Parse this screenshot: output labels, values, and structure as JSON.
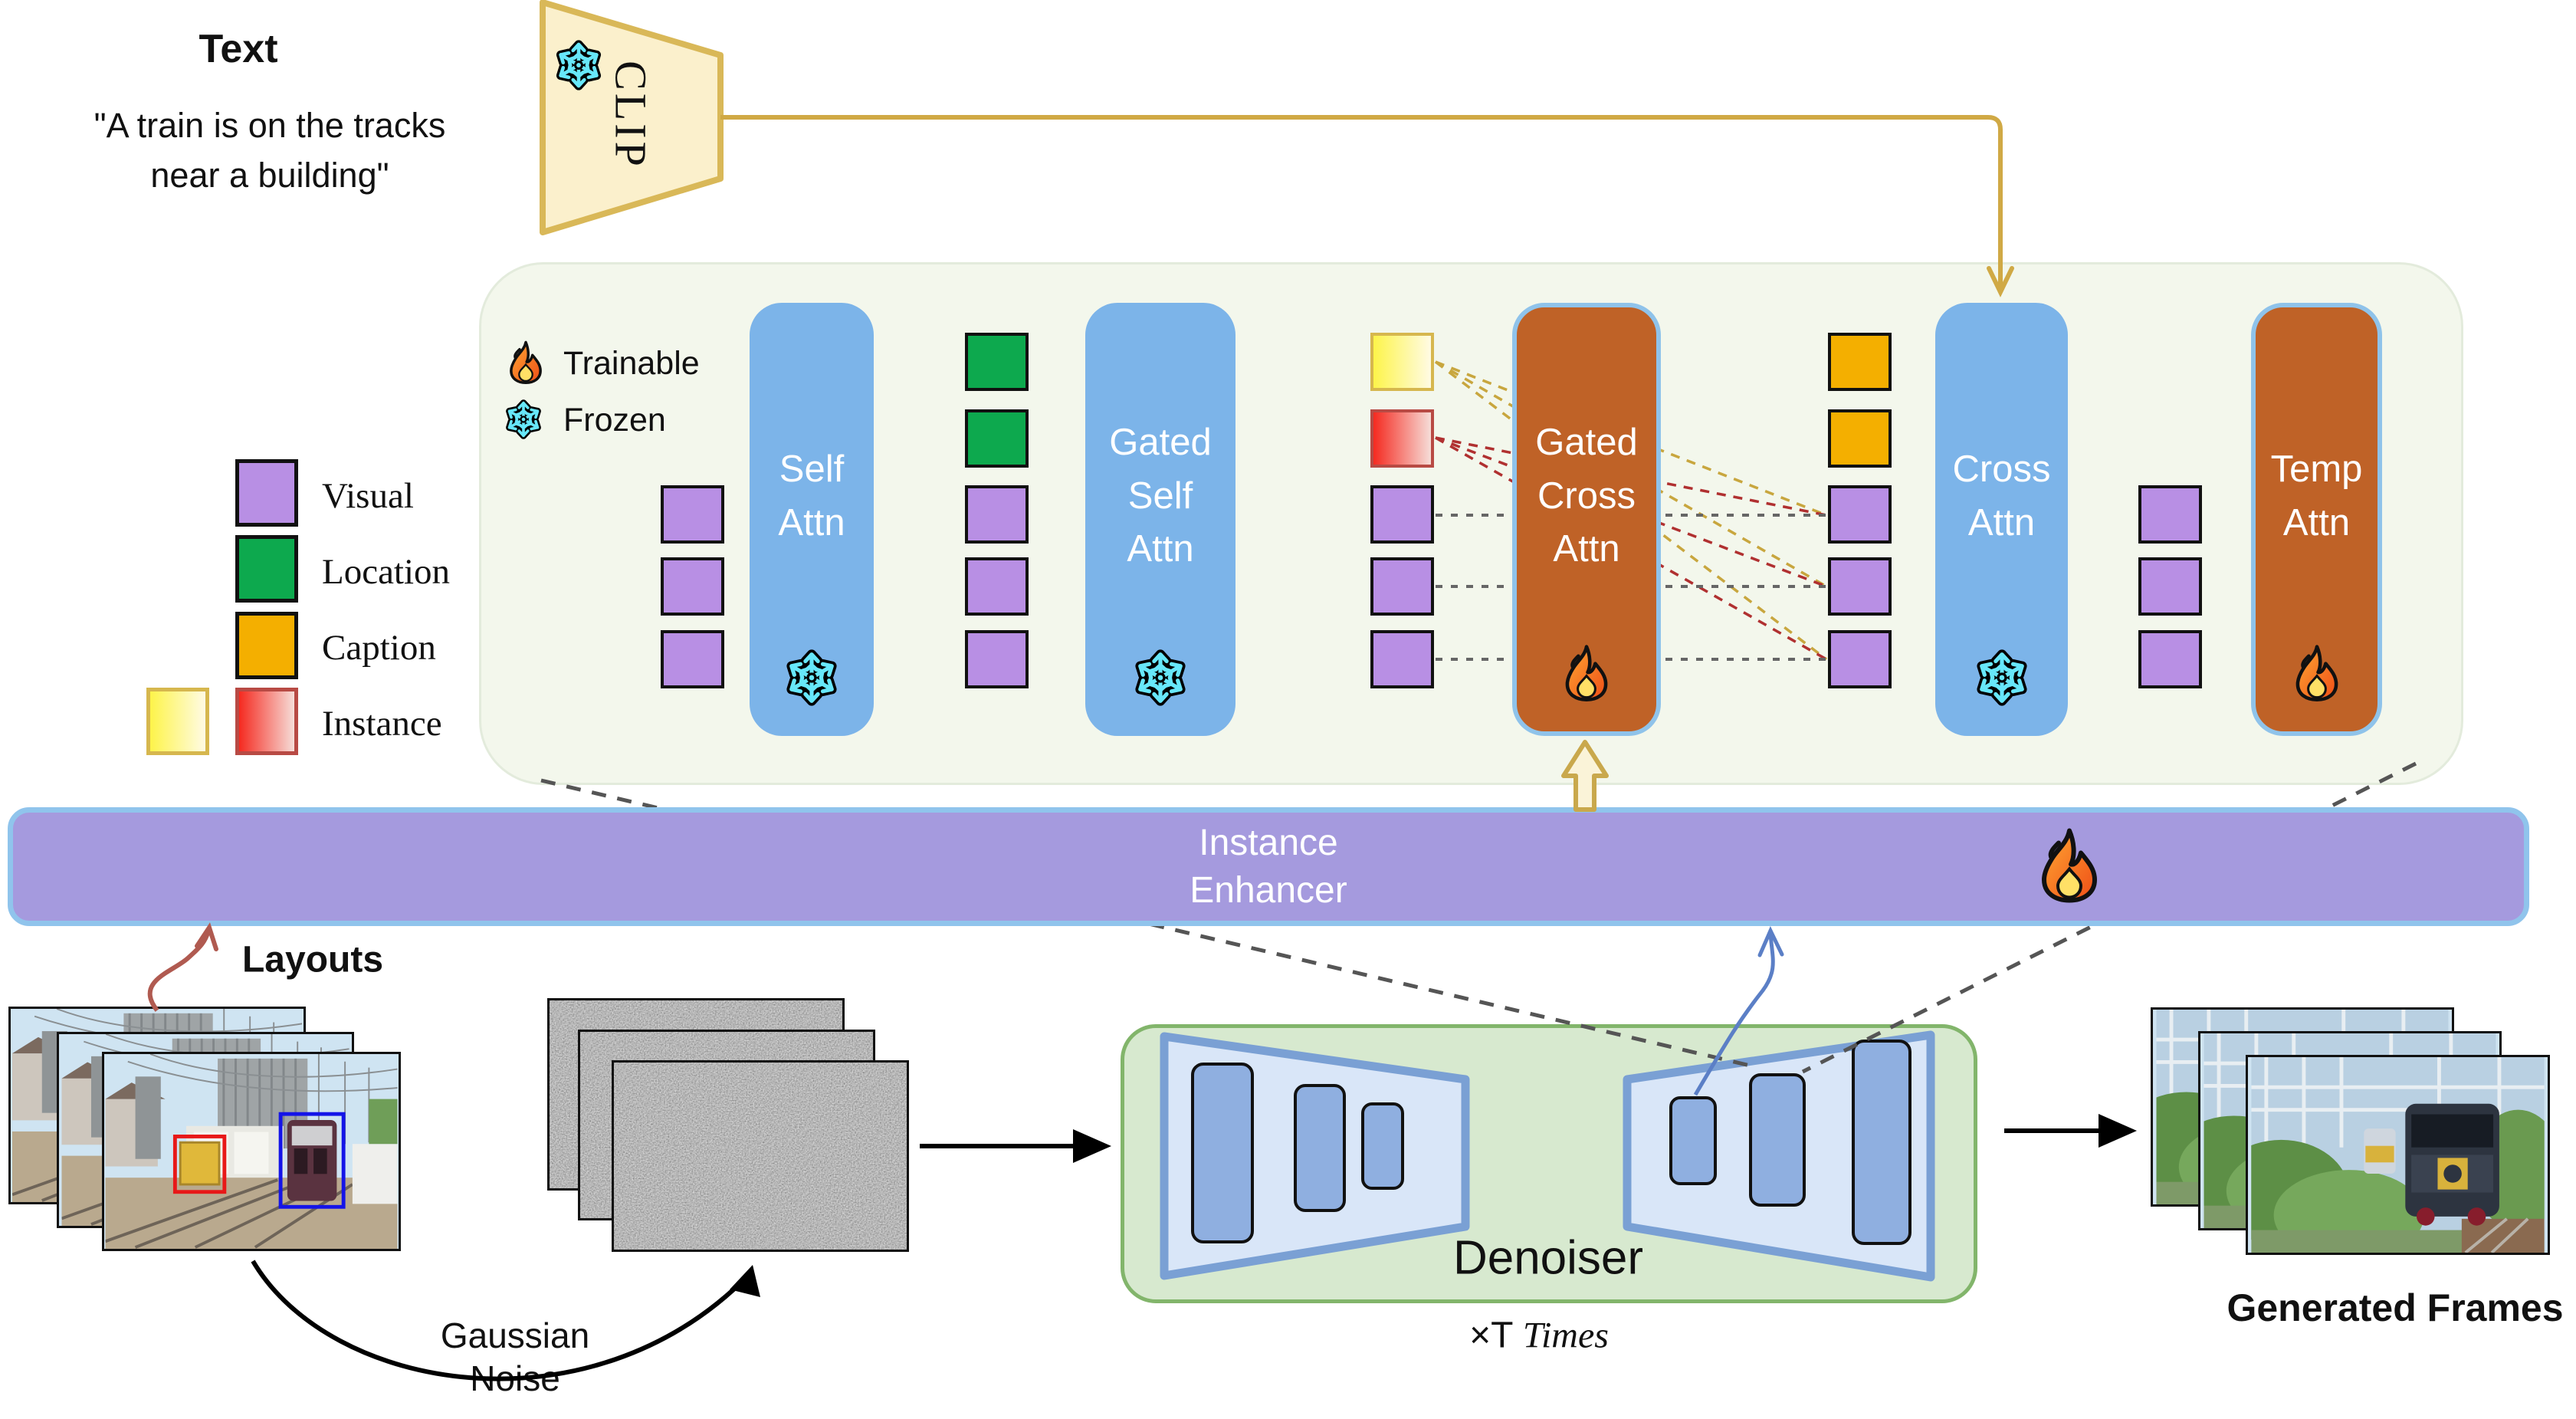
{
  "text_input": {
    "title": "Text",
    "quote": "\"A train is on the tracks\nnear a building\""
  },
  "clip": {
    "label": "CLIP"
  },
  "state_legend": {
    "trainable": "Trainable",
    "frozen": "Frozen"
  },
  "token_legend": {
    "visual": "Visual",
    "location": "Location",
    "caption": "Caption",
    "instance": "Instance"
  },
  "blocks": [
    {
      "id": "self-attn",
      "label": "Self\nAttn",
      "state": "frozen"
    },
    {
      "id": "gated-self-attn",
      "label": "Gated\nSelf\nAttn",
      "state": "frozen"
    },
    {
      "id": "gated-cross-attn",
      "label": "Gated\nCross\nAttn",
      "state": "trainable"
    },
    {
      "id": "cross-attn",
      "label": "Cross\nAttn",
      "state": "frozen"
    },
    {
      "id": "temp-attn",
      "label": "Temp\nAttn",
      "state": "trainable"
    }
  ],
  "instance_enhancer": {
    "label": "Instance\nEnhancer",
    "state": "trainable"
  },
  "bottom": {
    "layouts_label": "Layouts",
    "gaussian_noise_label": "Gaussian\nNoise",
    "denoiser_label": "Denoiser",
    "iterations_prefix": "×T",
    "iterations_word": "Times",
    "generated_frames_label": "Generated Frames"
  },
  "colors": {
    "panel_bg": "#f3f7ec",
    "frozen_block": "#7cb4e9",
    "trainable_block": "#bf6227",
    "visual_token": "#b88fe4",
    "location_token": "#0da94e",
    "caption_token": "#f4af00",
    "instance_yellow": "#fdf44a",
    "instance_red": "#f52a20",
    "enhancer_bar": "#a59ade",
    "clip_fill": "#fbf0cc",
    "gold": "#d0a945",
    "denoiser_green": "#d7e9cf"
  }
}
